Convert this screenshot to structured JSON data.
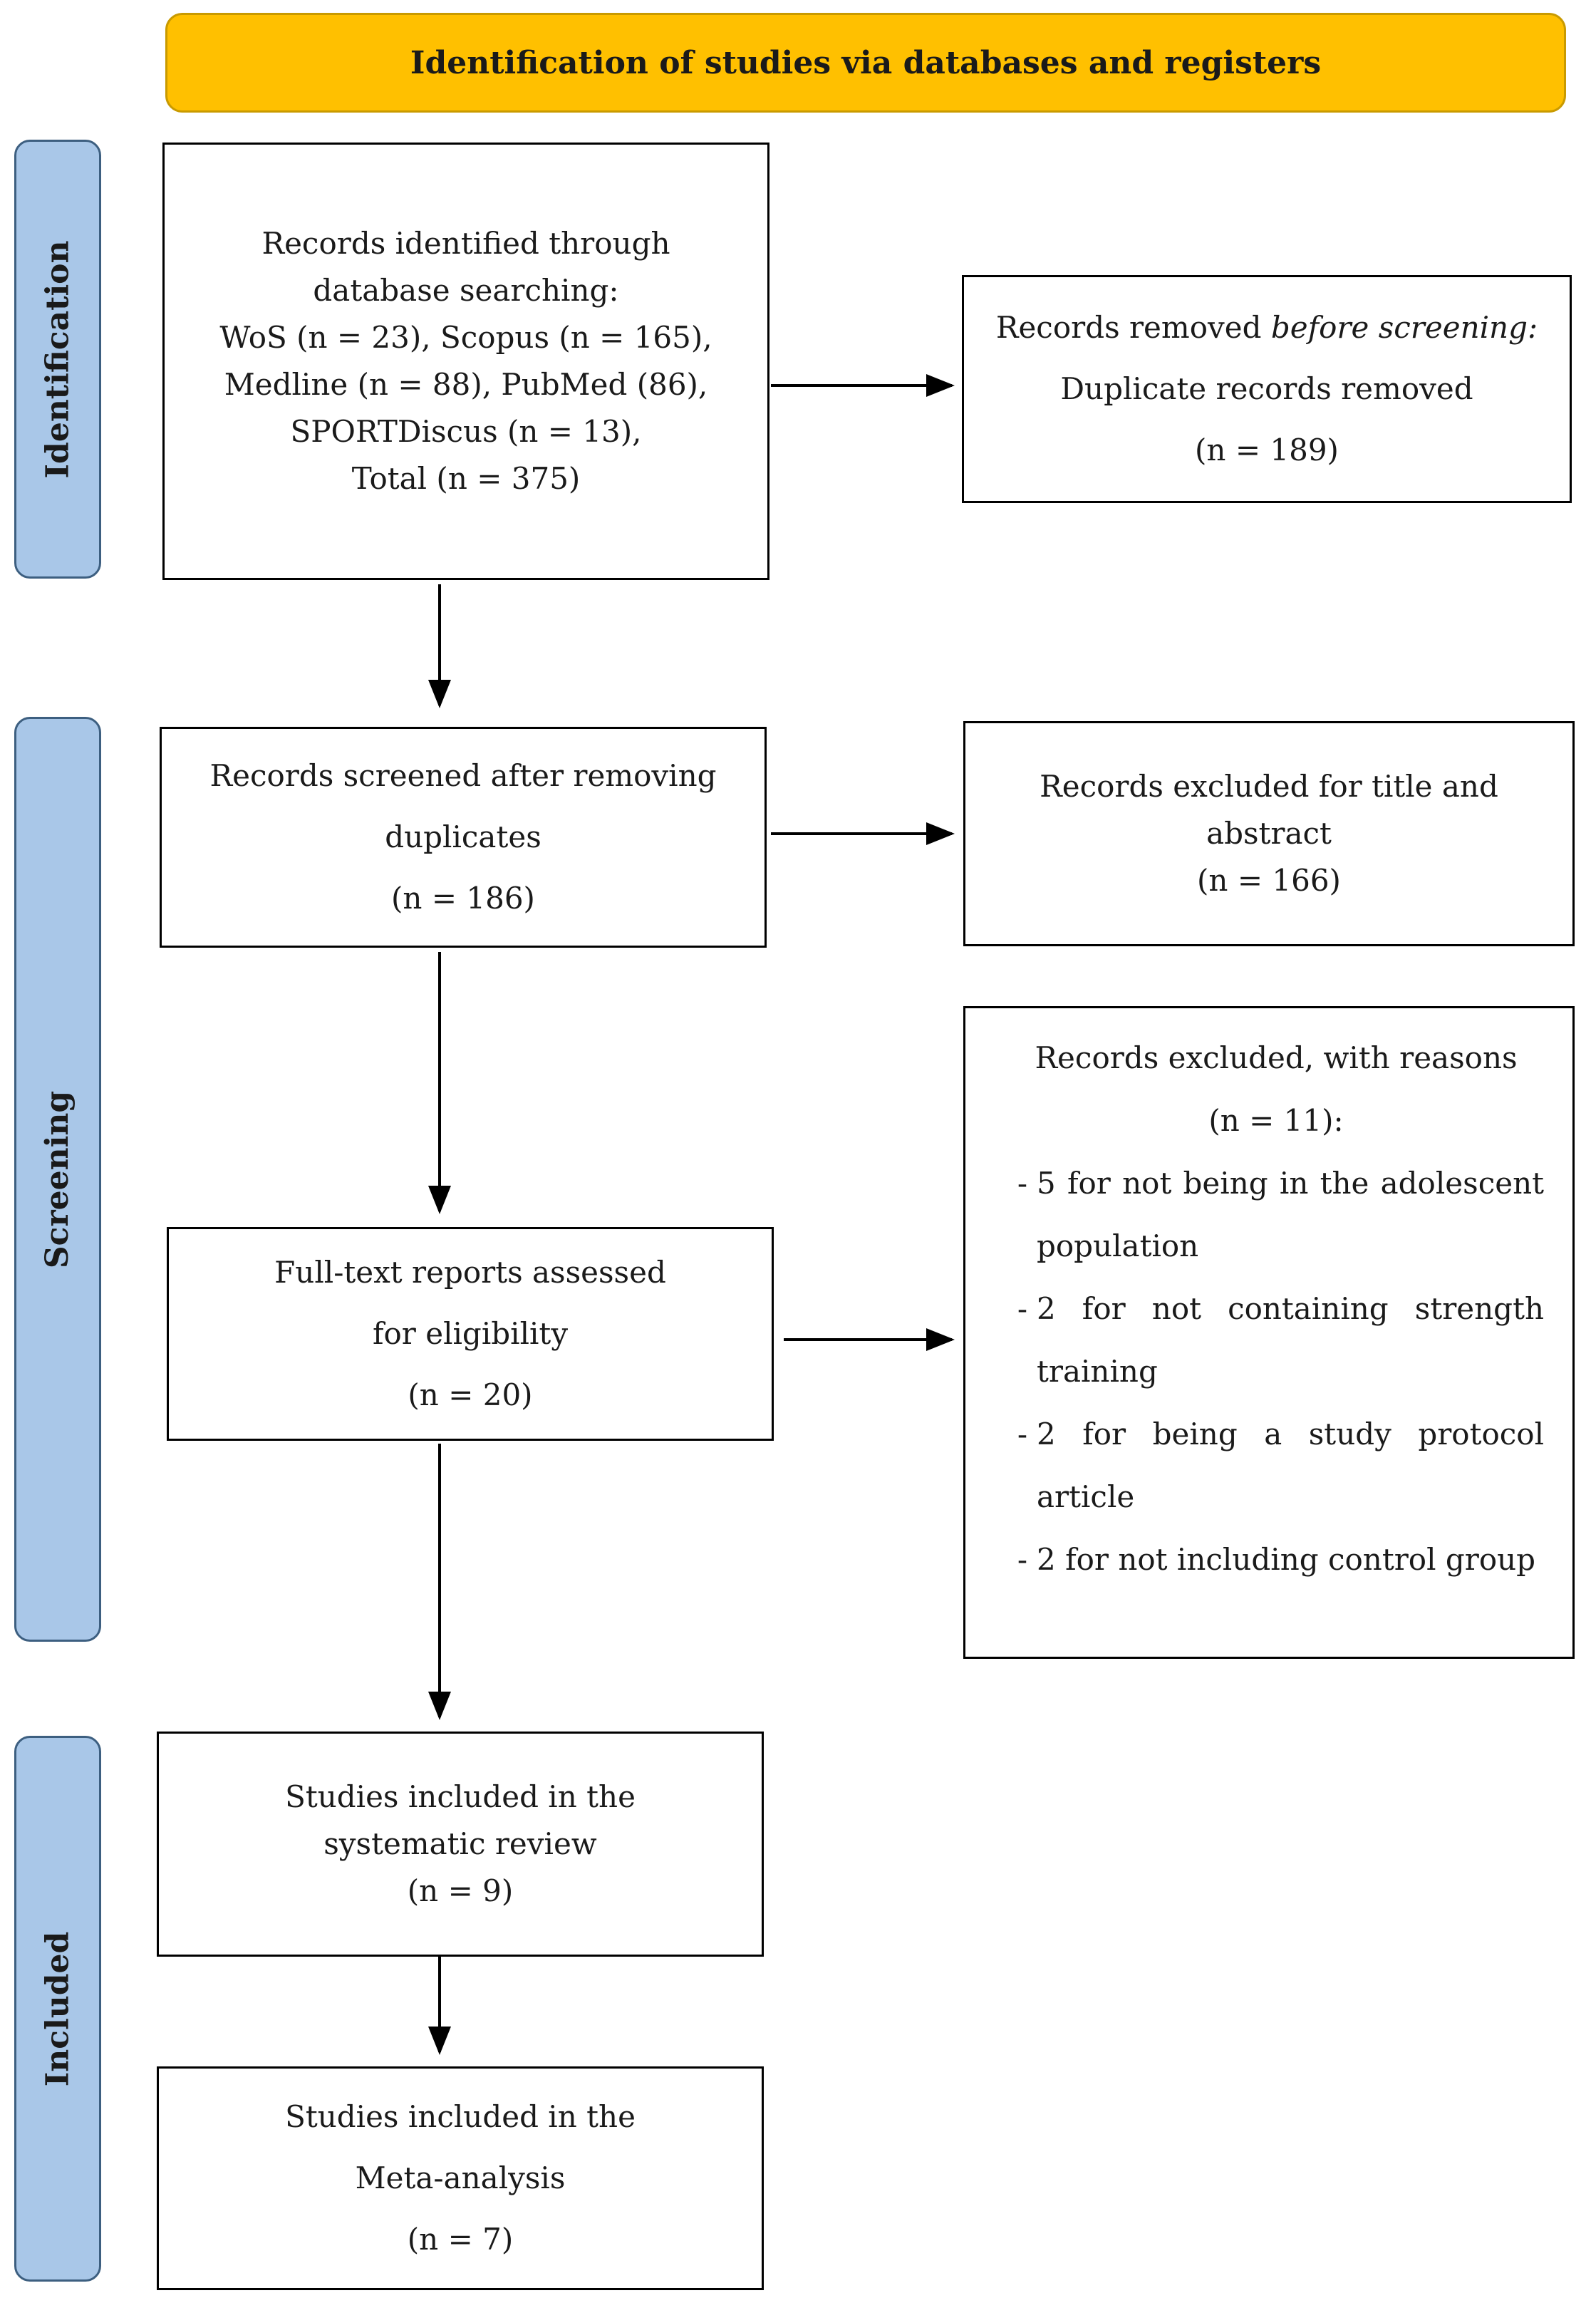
{
  "banner": {
    "title": "Identification of studies via databases and registers"
  },
  "phases": {
    "identification": "Identification",
    "screening": "Screening",
    "included": "Included"
  },
  "boxes": {
    "records_identified": {
      "lines": [
        "Records identified through",
        "database searching:",
        "WoS (n = 23), Scopus (n = 165),",
        "Medline (n = 88), PubMed (86),",
        "SPORTDiscus (n = 13),",
        "Total (n = 375)"
      ]
    },
    "records_removed": {
      "label": "Records removed ",
      "label_italic": "before screening:",
      "line2": "Duplicate records removed",
      "count": "(n = 189)"
    },
    "records_screened": {
      "line1": "Records screened after removing",
      "line2": "duplicates",
      "count": "(n = 186)"
    },
    "records_excluded_title": {
      "line1": "Records excluded for title and",
      "line2": "abstract",
      "count": "(n = 166)"
    },
    "fulltext_assessed": {
      "line1": "Full-text reports assessed",
      "line2": "for eligibility",
      "count": "(n = 20)"
    },
    "records_excluded_reasons": {
      "title": "Records excluded, with reasons",
      "count": "(n = 11):",
      "reasons": [
        "5 for not being in the adolescent population",
        "2 for not containing strength training",
        "2 for being a study protocol article",
        "2 for not including control group"
      ]
    },
    "systematic_review": {
      "line1": "Studies included in the",
      "line2": "systematic review",
      "count": "(n = 9)"
    },
    "meta_analysis": {
      "line1": "Studies included in the",
      "line2": "Meta-analysis",
      "count": "(n = 7)"
    }
  },
  "colors": {
    "banner_fill": "#ffc000",
    "phase_fill": "#a9c7e8",
    "phase_border": "#3d5f80"
  }
}
